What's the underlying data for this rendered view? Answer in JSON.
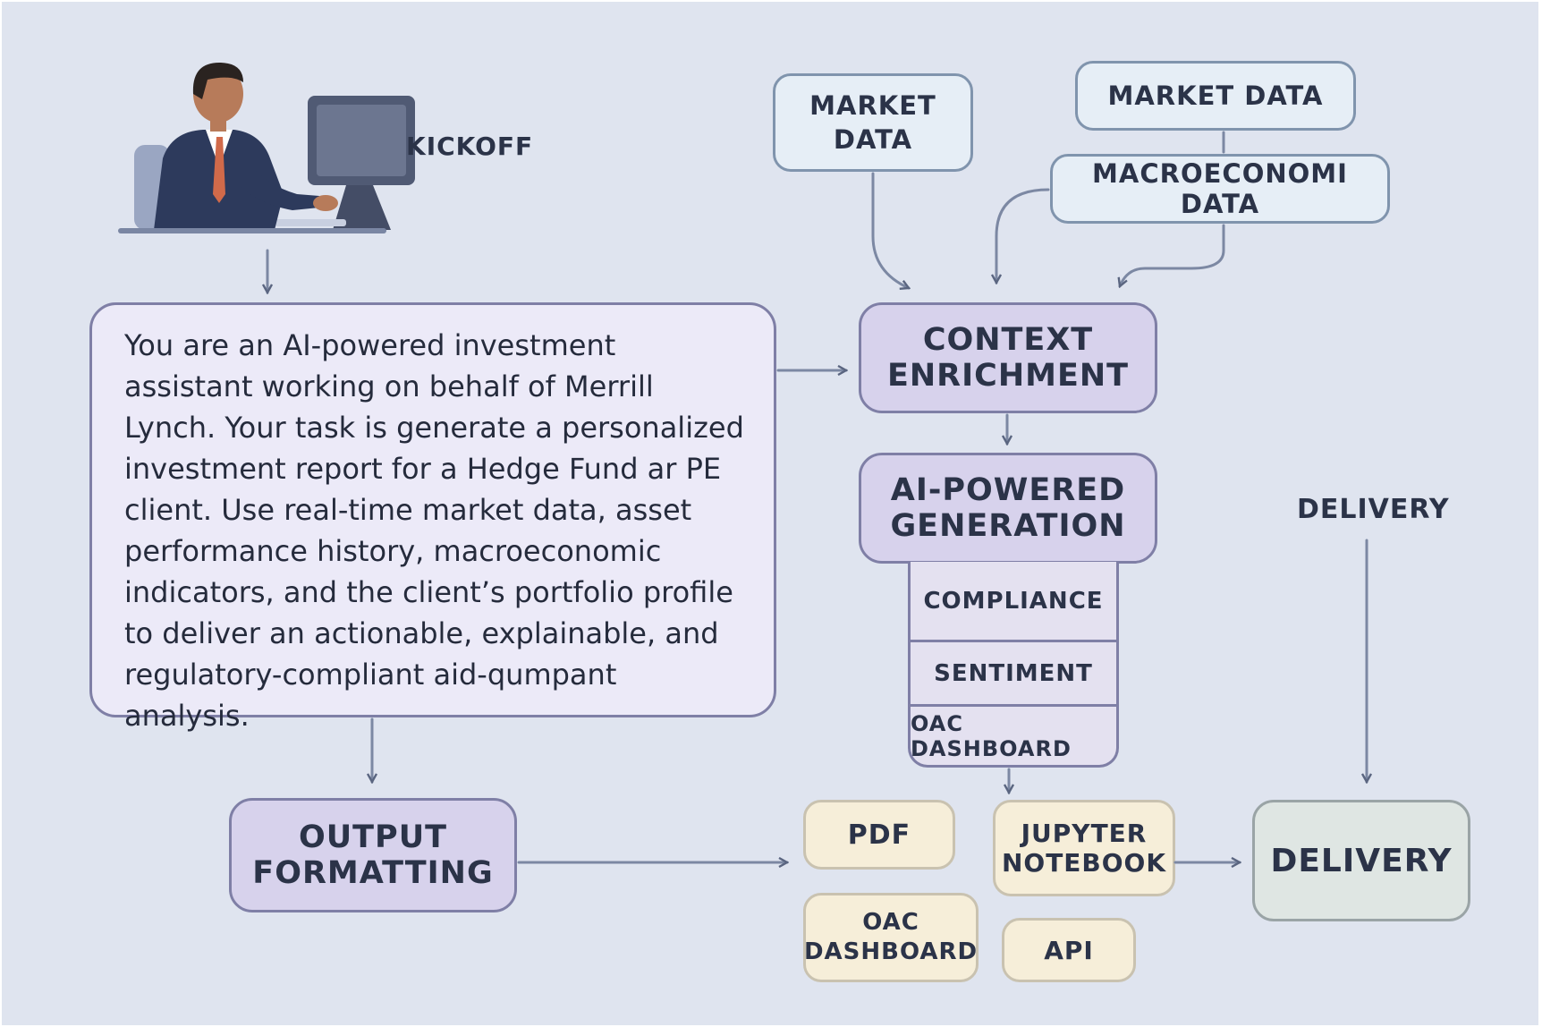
{
  "kickoff_label": "KICKOFF",
  "prompt_text": "You are an AI-powered investment assistant working on behalf of Merrill Lynch. Your task is generate a personalized investment report for a Hedge Fund ar PE client. Use real-time market data, asset performance history, macroeconomic indicators, and the client’s portfolio profile to deliver an actionable, explainable, and regulatory-compliant aid-qumpant analysis.",
  "data_sources": {
    "market_data_left": "MARKET DATA",
    "market_data_right": "MARKET DATA",
    "macro_data": "MACROECONOMI DATA"
  },
  "steps": {
    "context_enrichment": "CONTEXT ENRICHMENT",
    "ai_generation": "AI-POWERED GENERATION",
    "output_formatting": "OUTPUT FORMATTING"
  },
  "sub_steps": [
    "COMPLIANCE",
    "SENTIMENT",
    "OAC DASHBOARD"
  ],
  "outputs": {
    "pdf": "PDF",
    "jupyter": "JUPYTER NOTEBOOK",
    "oac": "OAC DASHBOARD",
    "api": "API"
  },
  "delivery_label": "DELIVERY",
  "delivery_box": "DELIVERY",
  "icons": [
    "person-at-computer-icon"
  ],
  "colors": {
    "background": "#dfe4ef",
    "process_fill": "#d7d2ec",
    "data_fill": "#e6eef6",
    "output_fill": "#f6eed9",
    "delivery_fill": "#dfe6e3",
    "stroke": "#7f7fa6"
  }
}
